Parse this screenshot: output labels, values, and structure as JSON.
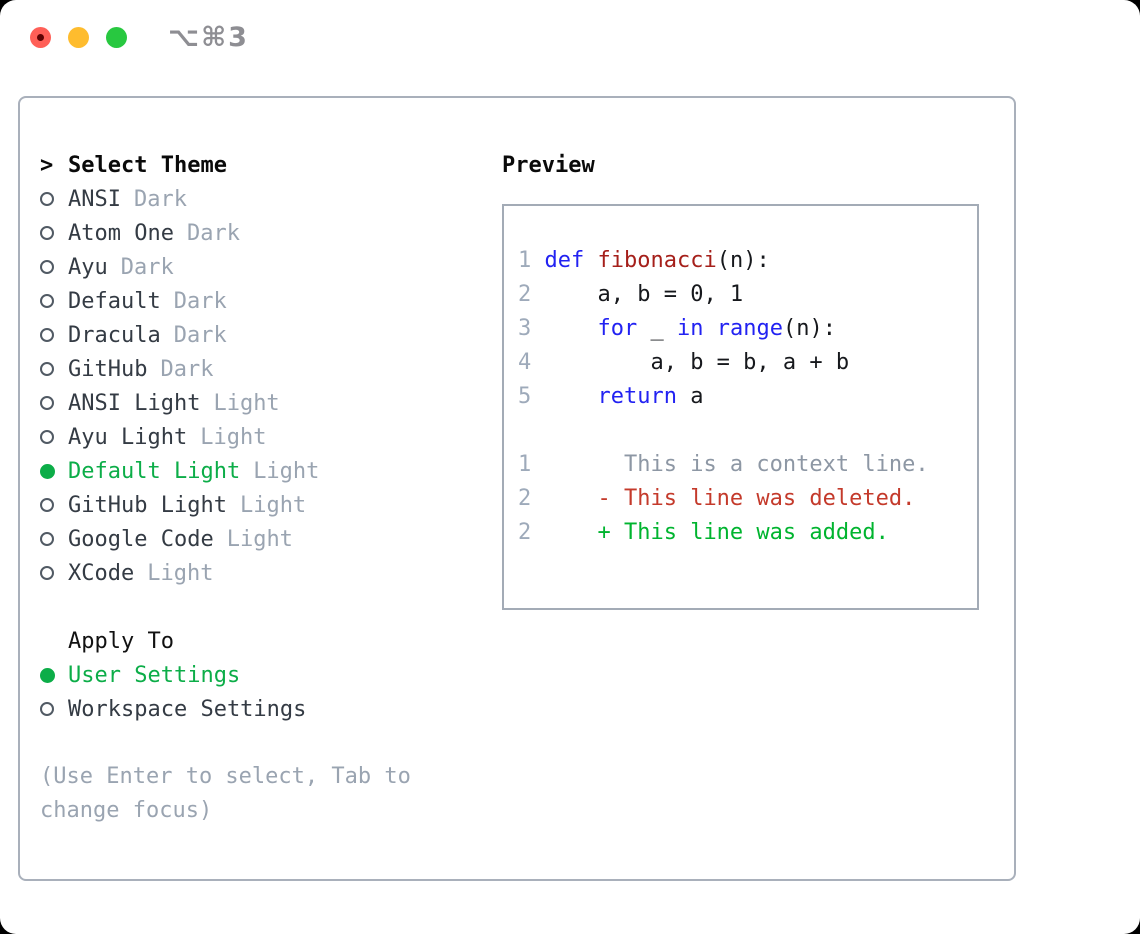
{
  "titlebar": {
    "title": "⌥⌘3",
    "controls": [
      "close",
      "minimize",
      "zoom"
    ]
  },
  "theme_panel": {
    "header": {
      "prompt": ">",
      "label": "Select Theme"
    },
    "themes": [
      {
        "name": "ANSI",
        "variant": "Dark",
        "selected": false
      },
      {
        "name": "Atom One",
        "variant": "Dark",
        "selected": false
      },
      {
        "name": "Ayu",
        "variant": "Dark",
        "selected": false
      },
      {
        "name": "Default",
        "variant": "Dark",
        "selected": false
      },
      {
        "name": "Dracula",
        "variant": "Dark",
        "selected": false
      },
      {
        "name": "GitHub",
        "variant": "Dark",
        "selected": false
      },
      {
        "name": "ANSI Light",
        "variant": "Light",
        "selected": false
      },
      {
        "name": "Ayu Light",
        "variant": "Light",
        "selected": false
      },
      {
        "name": "Default Light",
        "variant": "Light",
        "selected": true
      },
      {
        "name": "GitHub Light",
        "variant": "Light",
        "selected": false
      },
      {
        "name": "Google Code",
        "variant": "Light",
        "selected": false
      },
      {
        "name": "XCode",
        "variant": "Light",
        "selected": false
      }
    ],
    "apply_to": {
      "label": "Apply To",
      "options": [
        {
          "name": "User Settings",
          "selected": true
        },
        {
          "name": "Workspace Settings",
          "selected": false
        }
      ]
    },
    "help": "(Use Enter to select, Tab to change focus)"
  },
  "preview": {
    "title": "Preview",
    "lines": [
      {
        "num": "1",
        "segments": [
          {
            "text": "def",
            "style": "keyword"
          },
          {
            "text": " ",
            "style": "plain"
          },
          {
            "text": "fibonacci",
            "style": "function"
          },
          {
            "text": "(n):",
            "style": "plain"
          }
        ]
      },
      {
        "num": "2",
        "segments": [
          {
            "text": "    a, b = 0, 1",
            "style": "plain"
          }
        ]
      },
      {
        "num": "3",
        "segments": [
          {
            "text": "    ",
            "style": "plain"
          },
          {
            "text": "for",
            "style": "keyword"
          },
          {
            "text": " _ ",
            "style": "plain"
          },
          {
            "text": "in",
            "style": "keyword"
          },
          {
            "text": " ",
            "style": "plain"
          },
          {
            "text": "range",
            "style": "keyword"
          },
          {
            "text": "(n):",
            "style": "plain"
          }
        ]
      },
      {
        "num": "4",
        "segments": [
          {
            "text": "        a, b = b, a + b",
            "style": "plain"
          }
        ]
      },
      {
        "num": "5",
        "segments": [
          {
            "text": "    ",
            "style": "plain"
          },
          {
            "text": "return",
            "style": "keyword"
          },
          {
            "text": " a",
            "style": "plain"
          }
        ]
      },
      {
        "num": "",
        "segments": []
      },
      {
        "num": "1",
        "segments": [
          {
            "text": "      This is a context line.",
            "style": "context"
          }
        ]
      },
      {
        "num": "2",
        "segments": [
          {
            "text": "    - This line was deleted.",
            "style": "deleted"
          }
        ]
      },
      {
        "num": "2",
        "segments": [
          {
            "text": "    + This line was added.",
            "style": "added"
          }
        ]
      }
    ]
  },
  "colors": {
    "accent_green": "#0cad48",
    "added_green": "#00b42f",
    "deleted_red": "#c43a2b",
    "keyword_blue": "#2222f2",
    "function_red": "#a51f1a",
    "muted_gray": "#9aa4b1",
    "line_number_gray": "#9eaaba",
    "panel_border": "#a9b0bb",
    "traffic_close": "#ff5f57",
    "traffic_minimize": "#febc2e",
    "traffic_zoom": "#28c840"
  }
}
